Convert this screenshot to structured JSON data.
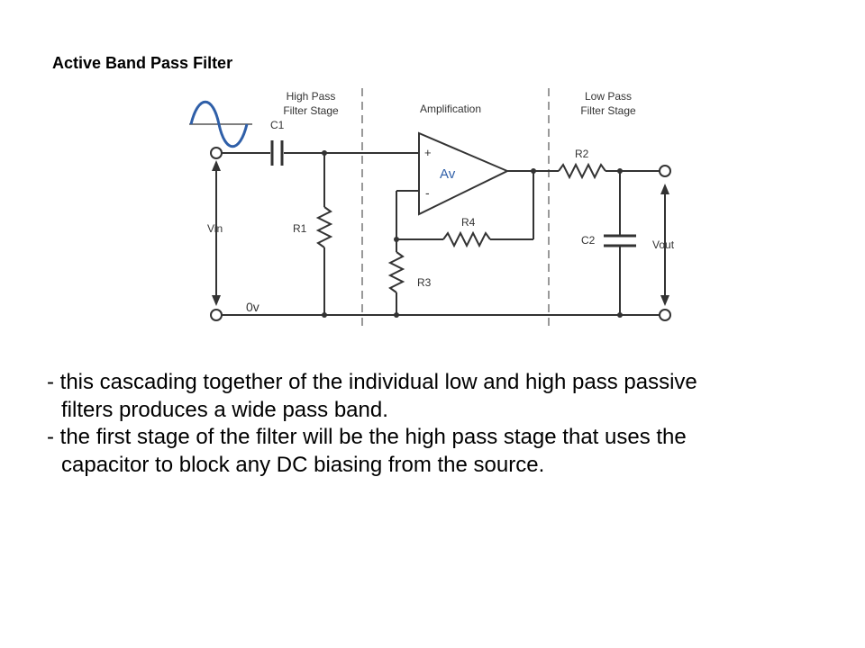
{
  "title": "Active Band Pass Filter",
  "diagram": {
    "stage_high_pass_line1": "High Pass",
    "stage_high_pass_line2": "Filter Stage",
    "stage_amplification": "Amplification",
    "stage_low_pass_line1": "Low Pass",
    "stage_low_pass_line2": "Filter Stage",
    "c1": "C1",
    "r1": "R1",
    "vin": "Vin",
    "ground": "0v",
    "plus": "+",
    "minus": "-",
    "gain": "Av",
    "r4": "R4",
    "r3": "R3",
    "r2": "R2",
    "c2": "C2",
    "vout": "Vout",
    "colors": {
      "wire": "#333333",
      "divider": "#999999",
      "sine": "#2f5fa8",
      "amp_fill": "#ffffff"
    }
  },
  "bullets": [
    {
      "line1": "- this cascading together of the individual low and high pass passive",
      "line2": "filters produces a wide pass band."
    },
    {
      "line1": "- the first stage of the filter will be the high pass stage that uses the",
      "line2": "capacitor to block any DC biasing from the source."
    }
  ]
}
